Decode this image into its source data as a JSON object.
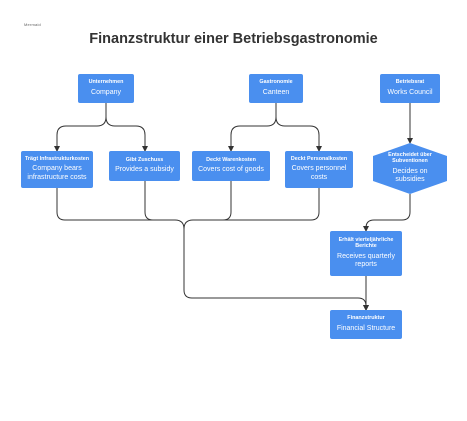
{
  "logo_text": "Mermaid",
  "title": "Finanzstruktur einer Betriebsgastronomie",
  "nodes": {
    "unternehmen": {
      "de": "Unternehmen",
      "en": "Company"
    },
    "gastronomie": {
      "de": "Gastronomie",
      "en": "Canteen"
    },
    "betriebsrat": {
      "de": "Betriebsrat",
      "en": "Works Council"
    },
    "infrastruktur": {
      "de": "Trägt Infrastrukturkosten",
      "en": "Company bears infrastructure costs"
    },
    "zuschuss": {
      "de": "Gibt Zuschuss",
      "en": "Provides a subsidy"
    },
    "warenkosten": {
      "de": "Deckt Warenkosten",
      "en": "Covers cost of goods"
    },
    "personalkosten": {
      "de": "Deckt Personalkosten",
      "en": "Covers personnel costs"
    },
    "subventionen": {
      "de": "Entscheidet über Subventionen",
      "en": "Decides on subsidies"
    },
    "berichte": {
      "de": "Erhält vierteljährliche Berichte",
      "en": "Receives quarterly reports"
    },
    "finanzstruktur": {
      "de": "Finanzstruktur",
      "en": "Financial Structure"
    }
  },
  "colors": {
    "node": "#4a8fef",
    "edge": "#333333",
    "title": "#333333"
  }
}
